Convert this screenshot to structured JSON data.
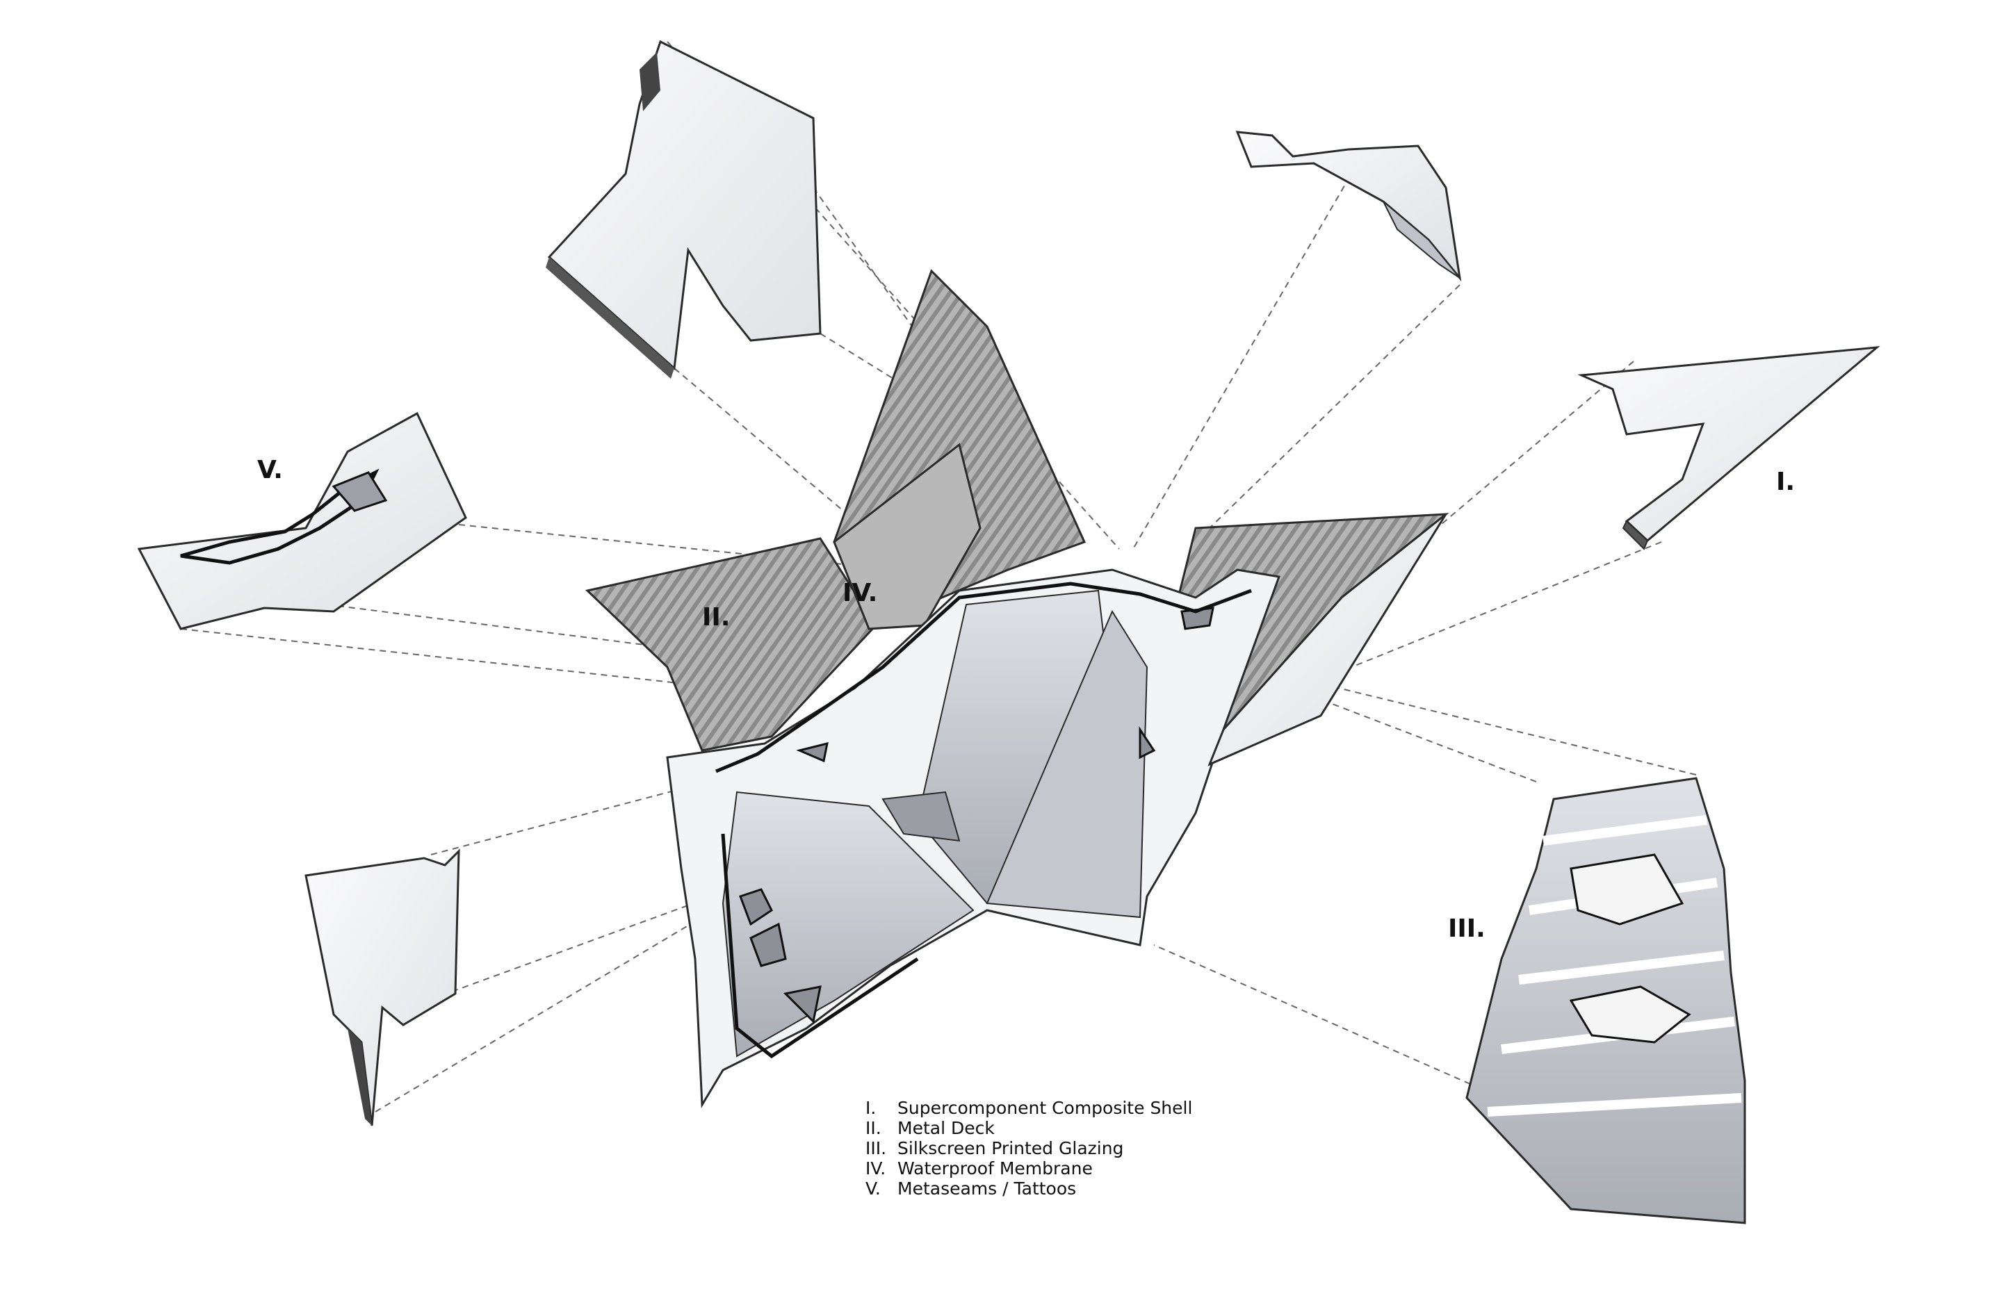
{
  "callouts": {
    "one": "I.",
    "two": "II.",
    "three": "III.",
    "four": "IV.",
    "five": "V."
  },
  "legend": [
    {
      "num": "I.",
      "text": "Supercomponent Composite Shell"
    },
    {
      "num": "II.",
      "text": "Metal Deck"
    },
    {
      "num": "III.",
      "text": "Silkscreen Printed Glazing"
    },
    {
      "num": "IV.",
      "text": "Waterproof Membrane"
    },
    {
      "num": "V.",
      "text": "Metaseams / Tattoos"
    }
  ],
  "colors": {
    "shell": "#f4f5f7",
    "shell_edge": "#2b2b2b",
    "deck": "#9a9a9a",
    "glazing": "#c9ccd2",
    "leader": "#555555"
  }
}
